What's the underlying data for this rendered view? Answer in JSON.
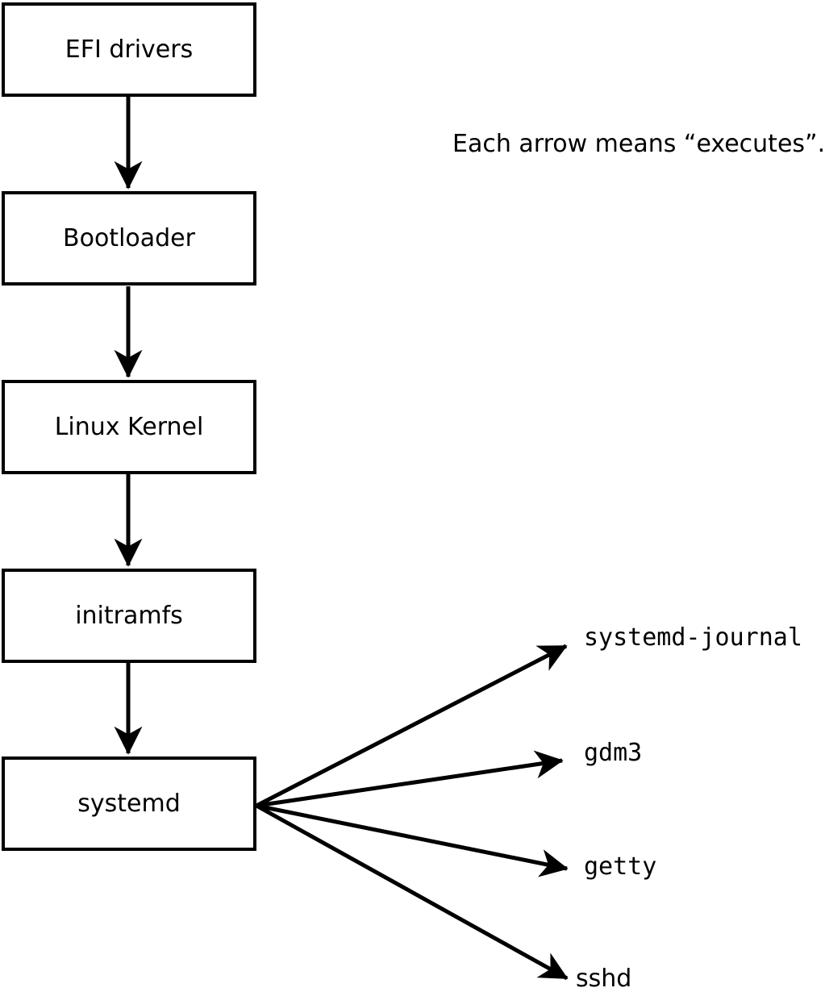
{
  "diagram": {
    "annotation": "Each arrow means “executes”.",
    "chain": [
      {
        "label": "EFI drivers"
      },
      {
        "label": "Bootloader"
      },
      {
        "label": "Linux Kernel"
      },
      {
        "label": "initramfs"
      },
      {
        "label": "systemd"
      }
    ],
    "spawned": [
      {
        "label": "systemd-journal"
      },
      {
        "label": "gdm3"
      },
      {
        "label": "getty"
      },
      {
        "label": "sshd"
      }
    ],
    "colors": {
      "line": "#000000",
      "box_fill": "#ffffff",
      "text": "#000000",
      "background": "#ffffff"
    }
  }
}
